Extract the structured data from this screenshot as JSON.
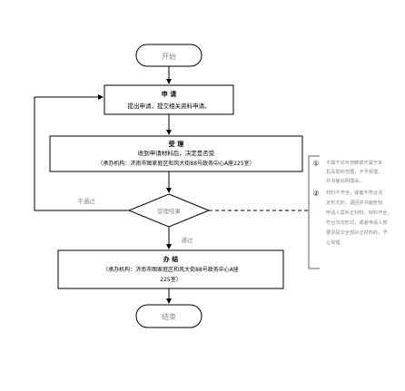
{
  "start": "开始",
  "apply": {
    "title": "申 请",
    "detail": "提出申请，提交相关资料申请。"
  },
  "accept": {
    "title": "受 理",
    "detail": "收到申请材料后，决定是否受",
    "org": "（承办机构：济南市图家庭区和风大街88号政务中心A座225室）"
  },
  "decision": "受理结果",
  "reject": "不通过",
  "pass": "通过",
  "handle": {
    "title": "办 结",
    "org_line1": "（承办机构：济南市图家庭区和风大街88号政务中心A座",
    "org_line2": "225室）"
  },
  "end": "结束",
  "notes": {
    "n1_marker": "①",
    "n1_lines": [
      "不属于许可范畴或不属于本",
      "机关职权范围，不予受理，",
      "并书面说明理由。"
    ],
    "n2_marker": "②",
    "n2_lines": [
      "材料不齐全，或者不符合法",
      "定形式的，退回并书面告知",
      "申请人需补正材料。材料齐全，",
      "符合法定形式，或者申请人按",
      "要求提交全部补正材料的，予",
      "以受理。"
    ]
  }
}
